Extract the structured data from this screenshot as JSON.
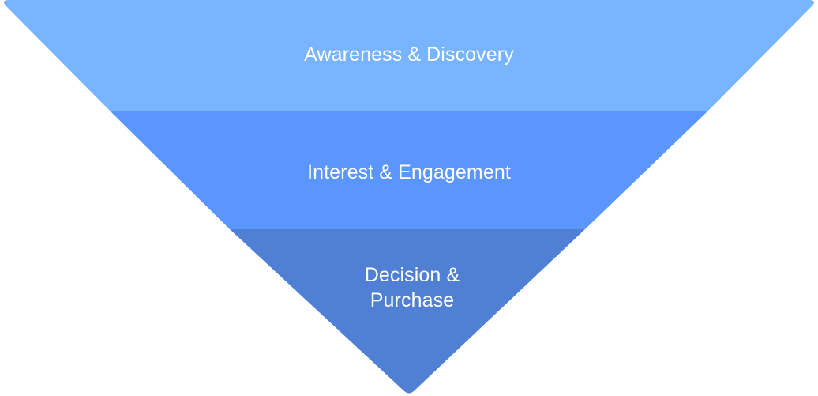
{
  "funnel": {
    "stages": [
      {
        "label": "Awareness & Discovery",
        "color": "#78b4ff"
      },
      {
        "label": "Interest & Engagement",
        "color": "#5a96fe"
      },
      {
        "label_line1": "Decision &",
        "label_line2": "Purchase",
        "color": "#5080d4"
      }
    ],
    "text_color": "#ffffff",
    "background": "#ffffff"
  }
}
